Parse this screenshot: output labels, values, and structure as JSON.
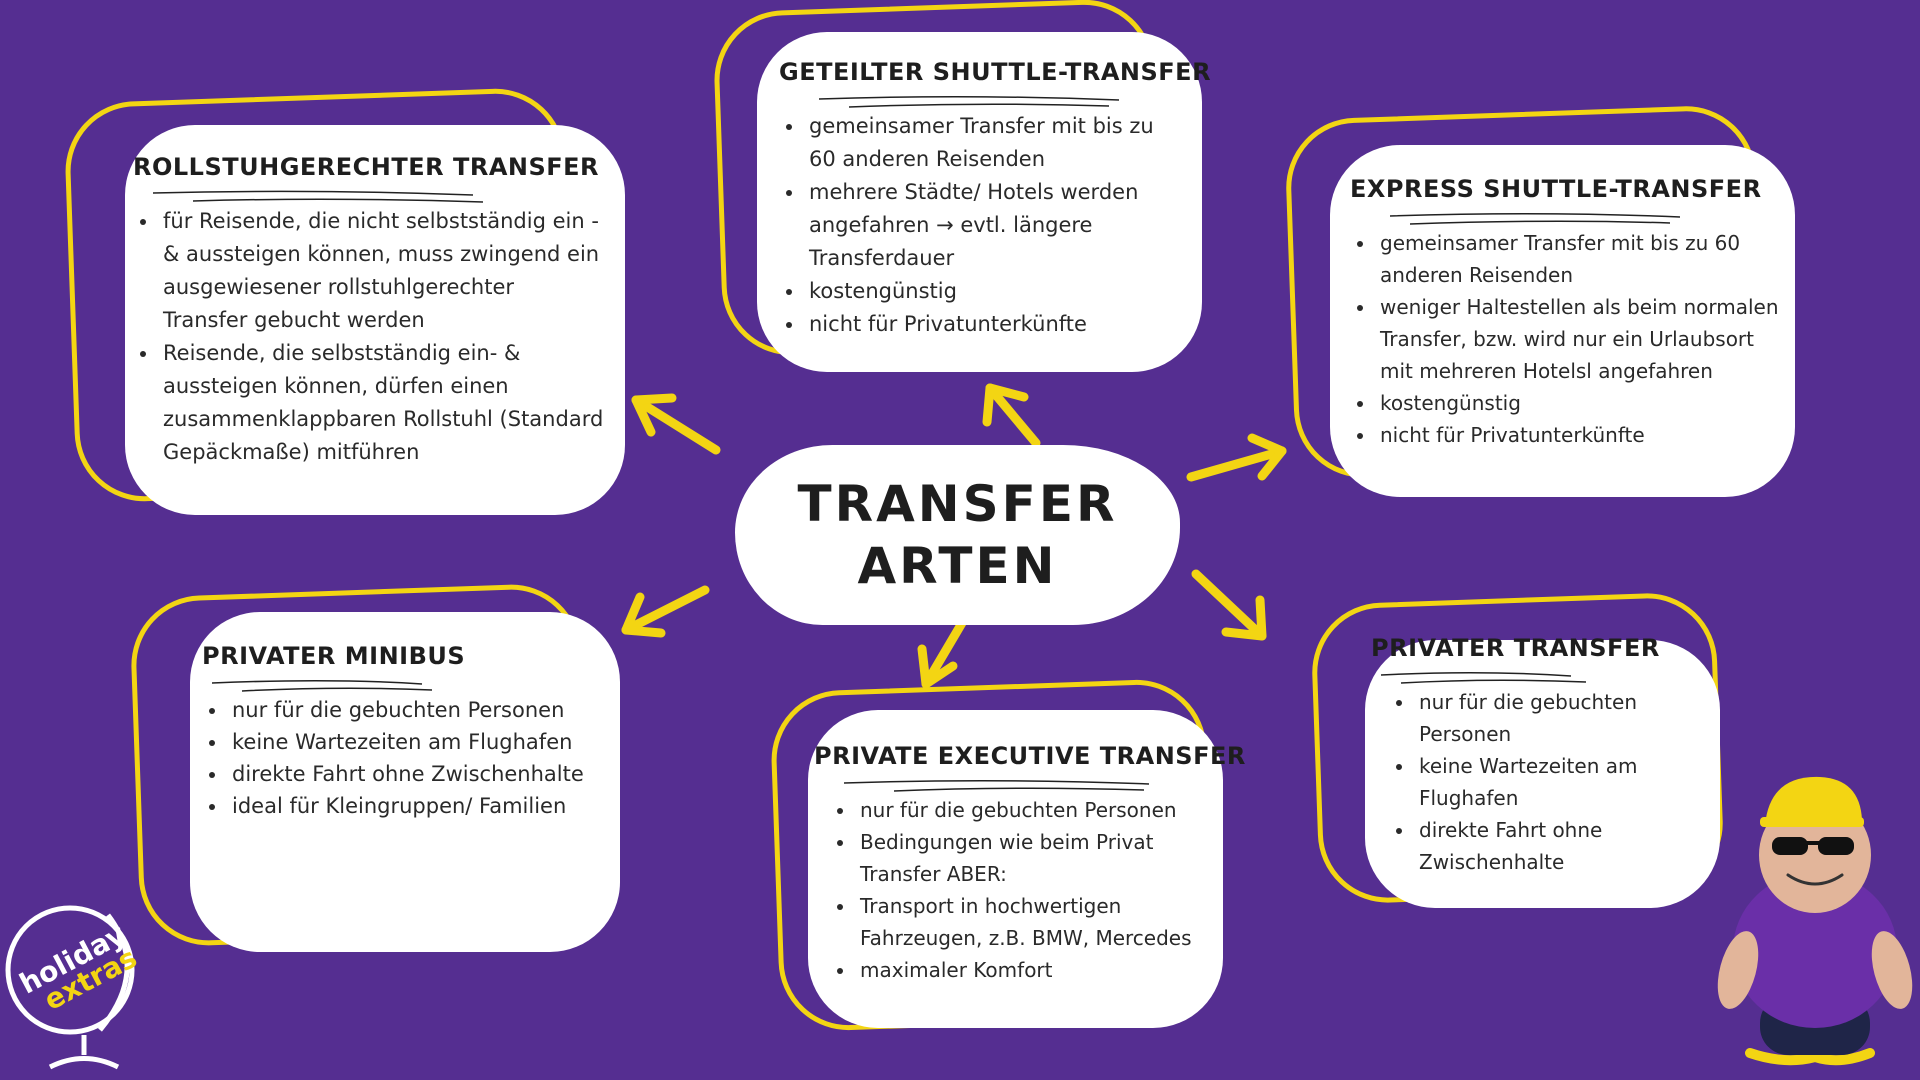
{
  "center": {
    "line1": "TRANSFER",
    "line2": "ARTEN"
  },
  "colors": {
    "background": "#552e91",
    "accent": "#f3d513",
    "card": "#ffffff"
  },
  "cards": {
    "rollstuhl": {
      "title": "ROLLSTUHGERECHTER TRANSFER",
      "items": [
        "für Reisende, die nicht selbstständig ein -& aussteigen können, muss zwingend ein ausgewiesener rollstuhlgerechter Transfer gebucht werden",
        "Reisende, die selbstständig ein- & aussteigen können, dürfen einen zusammenklappbaren Rollstuhl (Standard Gepäckmaße) mitführen"
      ]
    },
    "geteilt": {
      "title": "GETEILTER SHUTTLE-TRANSFER",
      "items": [
        "gemeinsamer Transfer mit bis zu 60 anderen Reisenden",
        "mehrere Städte/ Hotels werden angefahren → evtl. längere Transferdauer",
        "kostengünstig",
        "nicht für Privatunterkünfte"
      ]
    },
    "express": {
      "title": "EXPRESS SHUTTLE-TRANSFER",
      "items": [
        "gemeinsamer Transfer mit bis zu 60 anderen Reisenden",
        "weniger Haltestellen als beim normalen Transfer, bzw. wird nur ein Urlaubsort mit mehreren Hotelsl angefahren",
        "kostengünstig",
        "nicht für Privatunterkünfte"
      ]
    },
    "minibus": {
      "title": "PRIVATER MINIBUS",
      "items": [
        "nur für die gebuchten Personen",
        "keine Wartezeiten am Flughafen",
        "direkte Fahrt ohne Zwischenhalte",
        "ideal für Kleingruppen/ Familien"
      ]
    },
    "executive": {
      "title": "PRIVATE EXECUTIVE TRANSFER",
      "items": [
        "nur für die gebuchten Personen",
        "Bedingungen wie beim Privat Transfer ABER:",
        "Transport in hochwertigen Fahrzeugen, z.B. BMW, Mercedes",
        "maximaler Komfort"
      ]
    },
    "privat": {
      "title": "PRIVATER TRANSFER",
      "items": [
        "nur für die gebuchten Personen",
        "keine Wartezeiten am Flughafen",
        "direkte Fahrt ohne Zwischenhalte"
      ]
    }
  },
  "logo": {
    "line1": "holiday",
    "line2": "extras"
  },
  "icons": {
    "arrow": "arrow-icon",
    "mascot": "mascot-icon",
    "logo": "globe-logo-icon"
  }
}
